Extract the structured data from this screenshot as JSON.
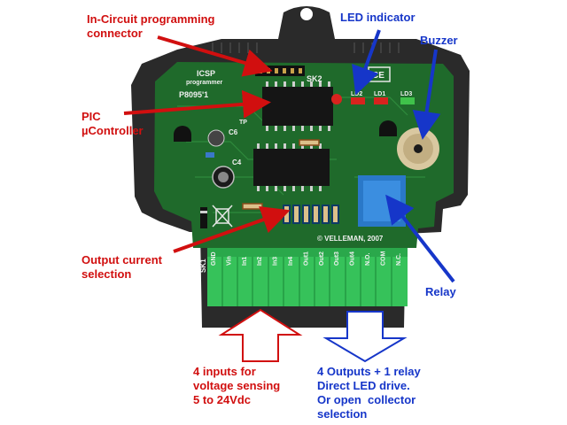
{
  "annotations": {
    "icsp": "In-Circuit programming\nconnector",
    "led": "LED indicator",
    "buzzer": "Buzzer",
    "pic": "PIC\nµController",
    "output_current": "Output current\nselection",
    "relay": "Relay",
    "inputs": "4 inputs for\nvoltage sensing\n5 to 24Vdc",
    "outputs": "4 Outputs + 1 relay\nDirect LED drive.\nOr open  collector\nselection"
  },
  "board": {
    "icsp_title": "ICSP",
    "icsp_sub": "programmer",
    "sk2": "SK2",
    "model": "P8095'1",
    "led_labels": [
      "LD2",
      "LD1",
      "LD3"
    ],
    "c6": "C6",
    "c4": "C4",
    "tp": "TP",
    "sk1": "SK1",
    "brand": "© VELLEMAN, 2007",
    "ce_mark": "CE",
    "terminal_labels": [
      "GND",
      "Vin",
      "In1",
      "In2",
      "In3",
      "In4",
      "Out1",
      "Out2",
      "Out3",
      "Out4",
      "N.O.",
      "COM",
      "N.C."
    ]
  },
  "colors": {
    "annotation_red": "#d10f0f",
    "annotation_blue": "#1636c9",
    "pcb_green": "#1f6a2b",
    "terminal_green": "#36c25a",
    "enclosure": "#2a2a2a",
    "relay_blue": "#2a78c8"
  }
}
